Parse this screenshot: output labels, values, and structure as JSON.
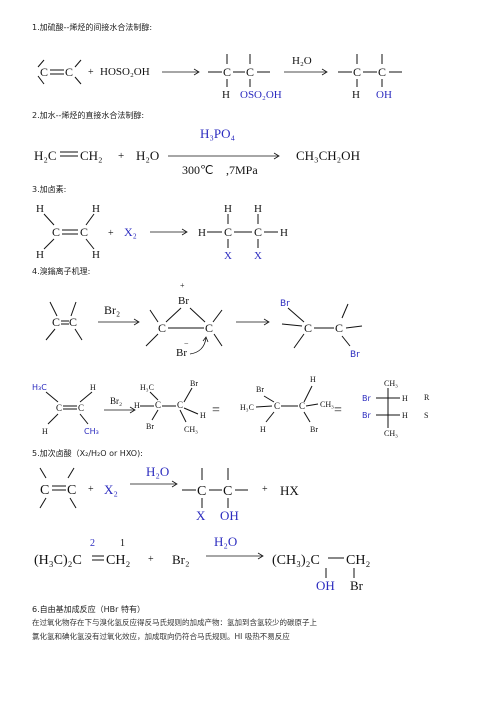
{
  "sections": {
    "s1": {
      "title": "1.加硫酸--烯烃的间接水合法制醇:"
    },
    "s2": {
      "title": "2.加水--烯烃的直接水合法制醇:"
    },
    "s3": {
      "title": "3.加卤素:"
    },
    "s4": {
      "title": "4.溴鎓离子机理:"
    },
    "s5": {
      "title": "5.加次卤酸（X₂/H₂O   or   HXO):"
    },
    "s6": {
      "title": "6.自由基加成反应（HBr 特有）"
    }
  },
  "r1": {
    "c_left": "C",
    "c_right": "C",
    "plus": "+",
    "hoso2oh": "HOSO₂OH",
    "c1": "C",
    "c2": "C",
    "h": "H",
    "oso2oh": "OSO₂OH",
    "reagent": "H₂O",
    "c3": "C",
    "c4": "C",
    "h2": "H",
    "oh": "OH"
  },
  "r2": {
    "h2c": "H₂C",
    "ch2": "CH₂",
    "plus": "+",
    "h2o": "H₂O",
    "cat": "H₃PO₄",
    "temp": "300℃",
    "press": ",7MPa",
    "product": "CH₃CH₂OH"
  },
  "r3": {
    "h1": "H",
    "h2": "H",
    "h3": "H",
    "h4": "H",
    "c1": "C",
    "c2": "C",
    "plus": "+",
    "x2": "X₂",
    "ph1": "H",
    "ph2": "H",
    "ph3": "H",
    "ph4": "H",
    "pc1": "C",
    "pc2": "C",
    "px1": "X",
    "px2": "X"
  },
  "r4": {
    "c1": "C",
    "c2": "C",
    "br2": "Br₂",
    "plus": "+",
    "br_top": "Br",
    "ic1": "C",
    "ic2": "C",
    "minus": "−",
    "br_minus": "Br",
    "pbr1": "Br",
    "pc1": "C",
    "pc2": "C",
    "pbr2": "Br"
  },
  "r4b": {
    "h3c": "H₃C",
    "h_tr": "H",
    "c1": "C",
    "c2": "C",
    "h_bl": "H",
    "ch3_br": "CH₃",
    "br2": "Br₂",
    "m1": {
      "h3c": "H₃C",
      "br": "Br",
      "h": "H",
      "c1": "C",
      "c2": "C",
      "h2": "H",
      "br2": "Br",
      "ch3": "CH₃"
    },
    "eq": "=",
    "m2": {
      "br": "Br",
      "h": "H",
      "h3c": "H₃C",
      "c1": "C",
      "c2": "C",
      "ch3": "CH₃",
      "h2": "H",
      "br2": "Br"
    },
    "eq2": "=",
    "fp": {
      "ch3_top": "CH₃",
      "br1": "Br",
      "h1": "H",
      "br2": "Br",
      "h2": "H",
      "ch3_bot": "CH₃",
      "r": "R",
      "s": "S"
    }
  },
  "r5": {
    "c1": "C",
    "c2": "C",
    "plus": "+",
    "x2": "X₂",
    "reagent": "H₂O",
    "pc1": "C",
    "pc2": "C",
    "x": "X",
    "oh": "OH",
    "plus2": "+",
    "hx": "HX",
    "num2": "2",
    "num1": "1",
    "h3c2c": "(H₃C)₂C",
    "ch2": "CH₂",
    "plus3": "+",
    "br2": "Br₂",
    "reagent2": "H₂O",
    "prod_left": "(CH₃)₂C",
    "prod_right": "CH₂",
    "oh2": "OH",
    "br": "Br"
  },
  "s6_notes": {
    "line1": "在过氧化物存在下与溴化氢反应得反马氏规则的加成产物：氢加到含氢较少的碳原子上",
    "line2": "氯化氢和碘化氢没有过氧化效应，加成取向仍符合马氏规则。HI 吸热不易反应"
  }
}
